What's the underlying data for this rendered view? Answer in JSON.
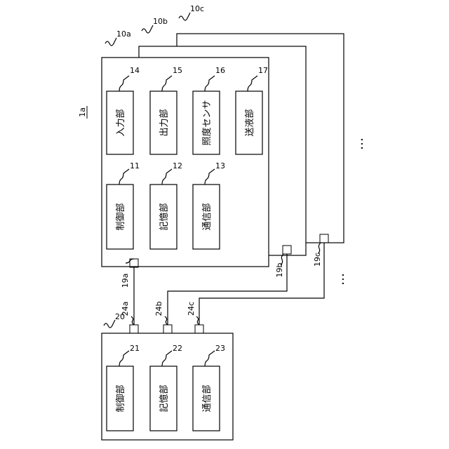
{
  "device_main": {
    "ref": "1a",
    "box_ref": "10a",
    "stack_refs": [
      "10b",
      "10c"
    ],
    "port_ref": "19a",
    "other_port_refs": [
      "19b",
      "19c"
    ],
    "units_top": [
      {
        "ref": "14",
        "label": "入力部"
      },
      {
        "ref": "15",
        "label": "出力部"
      },
      {
        "ref": "16",
        "label": "照度センサ"
      },
      {
        "ref": "17",
        "label": "送液部"
      }
    ],
    "units_bottom": [
      {
        "ref": "11",
        "label": "制御部"
      },
      {
        "ref": "12",
        "label": "記憶部"
      },
      {
        "ref": "13",
        "label": "通信部"
      }
    ]
  },
  "server": {
    "box_ref": "20",
    "port_refs": [
      "24a",
      "24b",
      "24c"
    ],
    "units": [
      {
        "ref": "21",
        "label": "制御部"
      },
      {
        "ref": "22",
        "label": "記憶部"
      },
      {
        "ref": "23",
        "label": "通信部"
      }
    ]
  },
  "ellipses": [
    "…",
    "…"
  ]
}
